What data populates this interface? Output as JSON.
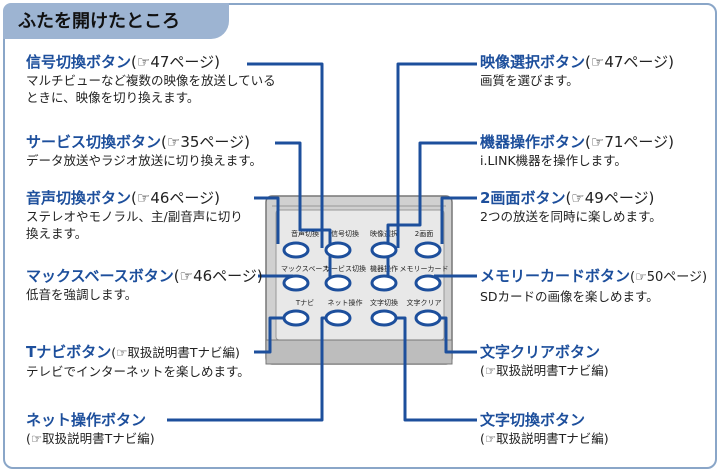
{
  "title": "ふたを開けたところ",
  "colors": {
    "accent": "#1d4f9c",
    "tab": "#9db4d2",
    "border": "#8aa6c8"
  },
  "remote_labels": {
    "r1": [
      "音声切換",
      "信号切換",
      "映像選択",
      "2画面"
    ],
    "r2": [
      "マックスベース",
      "サービス切換",
      "機器操作",
      "メモリーカード"
    ],
    "r3": [
      "Tナビ",
      "ネット操作",
      "文字切換",
      "文字クリア"
    ]
  },
  "left": [
    {
      "name": "信号切換",
      "suffix": "ボタン",
      "ref": "(☞47ページ)",
      "desc": [
        "マルチビューなど複数の映像を放送している",
        "ときに、映像を切り換えます。"
      ]
    },
    {
      "name": "サービス切換",
      "suffix": "ボタン",
      "ref": "(☞35ページ)",
      "desc": [
        "データ放送やラジオ放送に切り換えます。"
      ]
    },
    {
      "name": "音声切換",
      "suffix": "ボタン",
      "ref": "(☞46ページ)",
      "desc": [
        "ステレオやモノラル、主/副音声に切り",
        "換えます。"
      ]
    },
    {
      "name": "マックスベース",
      "suffix": "ボタン",
      "ref": "(☞46ページ)",
      "desc": [
        "低音を強調します。"
      ]
    },
    {
      "name": "Tナビ",
      "suffix": "ボタン",
      "ref": "(☞取扱説明書Tナビ編)",
      "desc": [
        "テレビでインターネットを楽しめます。"
      ]
    },
    {
      "name": "ネット操作",
      "suffix": "ボタン",
      "ref": "",
      "desc": [
        "(☞取扱説明書Tナビ編)"
      ]
    }
  ],
  "right": [
    {
      "name": "映像選択",
      "suffix": "ボタン",
      "ref": "(☞47ページ)",
      "desc": [
        "画質を選びます。"
      ]
    },
    {
      "name": "機器操作",
      "suffix": "ボタン",
      "ref": "(☞71ページ)",
      "desc": [
        "i.LINK機器を操作します。"
      ]
    },
    {
      "name": "2画面",
      "suffix": "ボタン",
      "ref": "(☞49ページ)",
      "desc": [
        "2つの放送を同時に楽しめます。"
      ]
    },
    {
      "name": "メモリーカード",
      "suffix": "ボタン",
      "ref": "(☞50ページ)",
      "desc": [
        "SDカードの画像を楽しめます。"
      ]
    },
    {
      "name": "文字クリア",
      "suffix": "ボタン",
      "ref": "",
      "desc": [
        "(☞取扱説明書Tナビ編)"
      ]
    },
    {
      "name": "文字切換",
      "suffix": "ボタン",
      "ref": "",
      "desc": [
        "(☞取扱説明書Tナビ編)"
      ]
    }
  ]
}
